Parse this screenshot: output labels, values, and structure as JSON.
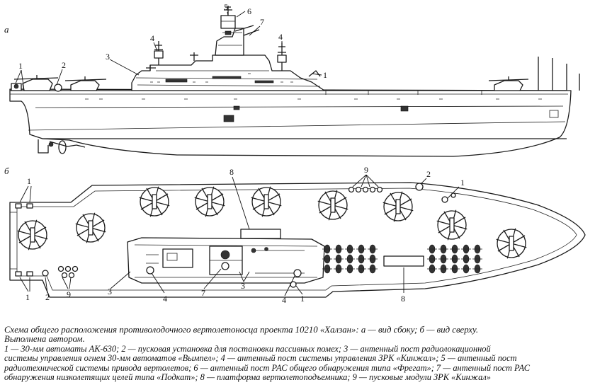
{
  "views": {
    "side": "а",
    "top": "б"
  },
  "callouts": {
    "n1": "1",
    "n2": "2",
    "n3": "3",
    "n4": "4",
    "n5": "5",
    "n6": "6",
    "n7": "7",
    "n8": "8",
    "n9": "9"
  },
  "caption": {
    "title_1": "Схема общего расположения противолодочного вертолетоносца проекта 10210  «Халзан»: а — вид сбоку; б — вид сверху.",
    "title_2": "Выполнена автором.",
    "legend_1": "1 — 30-мм автоматы АК-630; 2 — пусковая установка для постановки пассивных помех; 3 — антенный пост радиолокационной",
    "legend_2": "системы управления огнем 30-мм автоматов «Вымпел»; 4 — антенный пост системы управления ЗРК «Кинжал»; 5 — антенный пост",
    "legend_3": "радиотехнической системы привода вертолетов; 6 — антенный пост РАС общего обнаружения типа «Фрегат»; 7 — антенный пост РАС",
    "legend_4": "обнаружения  низколетящих целей типа «Подкат»; 8 — платформа вертолетоподъемника; 9 — пусковые модули ЗРК «Кинжал»"
  }
}
